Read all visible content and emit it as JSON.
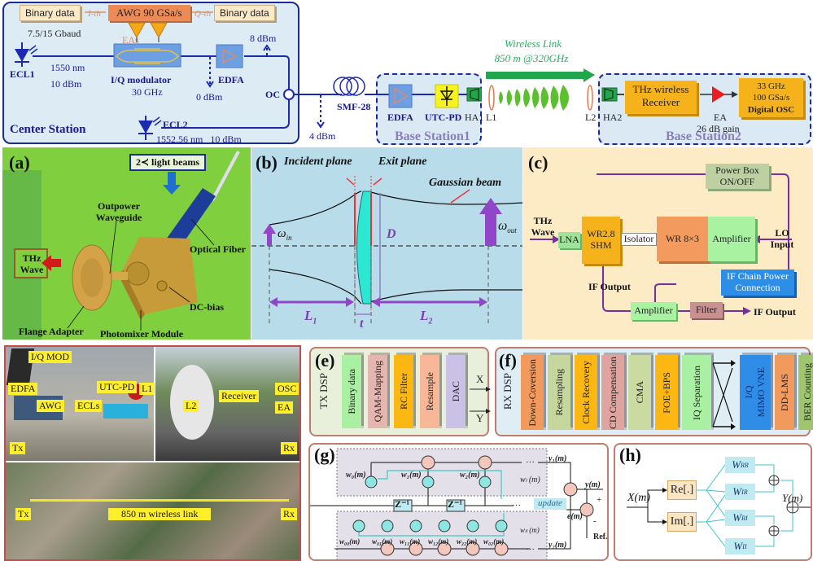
{
  "top_system": {
    "center_station": {
      "title": "Center Station",
      "binary_left": "Binary data",
      "binary_right": "Binary data",
      "awg": "AWG 90 GSa/s",
      "i_th": "I-th",
      "q_th": "Q-th",
      "baud": "7.5/15 Gbaud",
      "eas": "EAs",
      "ecl1": "ECL1",
      "ecl1_wavelength": "1550 nm",
      "ecl1_power": "10 dBm",
      "iq_mod": "I/Q  modulator",
      "iq_bw": "30 GHz",
      "edfa": "EDFA",
      "p_0": "0 dBm",
      "p_8": "8 dBm",
      "oc": "OC",
      "ecl2": "ECL2",
      "ecl2_spec": "1552.56 nm   10 dBm"
    },
    "fiber": {
      "label": "SMF-28",
      "tap_power": "4 dBm"
    },
    "base_station1": {
      "title": "Base Station1",
      "edfa": "EDFA",
      "utc_pd": "UTC-PD",
      "ha1": "HA1"
    },
    "wireless": {
      "title": "Wireless Link",
      "subtitle": "850 m @320GHz",
      "l1": "L1",
      "l2": "L2"
    },
    "base_station2": {
      "title": "Base Station2",
      "ha2": "HA2",
      "receiver": "THz wireless Receiver",
      "ea": "EA",
      "ea_gain": "26 dB gain",
      "osc_line1": "33 GHz",
      "osc_line2": "100 GSa/s",
      "osc_line3": "Digital OSC"
    }
  },
  "panel_a": {
    "letter": "(a)",
    "light_beams": "2≺  light beams",
    "thz_wave": "THz Wave",
    "outpower_waveguide": "Outpower Waveguide",
    "optical_fiber": "Optical Fiber",
    "dc_bias": "DC-bias",
    "flange_adapter": "Flange Adapter",
    "photomixer": "Photomixer Module"
  },
  "panel_b": {
    "letter": "(b)",
    "incident_plane": "Incident plane",
    "exit_plane": "Exit plane",
    "gaussian_beam": "Gaussian beam",
    "w_in": "ω",
    "w_in_sub": "in",
    "w_out": "ω",
    "w_out_sub": "out",
    "d": "D",
    "l1": "L",
    "l1_sub": "1",
    "l2": "L",
    "l2_sub": "2",
    "t": "t"
  },
  "panel_c": {
    "letter": "(c)",
    "power_box": "Power Box ON/OFF",
    "thz_wave": "THz Wave",
    "lna": "LNA",
    "shm": "WR2.8 SHM",
    "isolator": "Isolator",
    "wr": "WR 8×3",
    "amplifier": "Amplifier",
    "lo_input": "LO Input",
    "if_output_left": "IF Output",
    "if_chain": "IF Chain Power Connection",
    "amplifier2": "Amplifier",
    "filter": "Filter",
    "if_output_right": "IF Output"
  },
  "panel_d": {
    "labels": {
      "iq_mod": "I/Q MOD",
      "edfa": "EDFA",
      "utc_pd": "UTC-PD",
      "l1": "L1",
      "awg": "AWG",
      "ecls": "ECLs",
      "tx": "Tx",
      "l2": "L2",
      "receiver": "Receiver",
      "osc": "OSC",
      "ea": "EA",
      "rx": "Rx",
      "map_tx": "Tx",
      "map_rx": "Rx",
      "link": "850 m wireless link"
    }
  },
  "panel_e": {
    "letter": "(e)",
    "title": "TX DSP",
    "blocks": [
      "Binary data",
      "QAM-Mapping",
      "RC Filter",
      "Resample",
      "DAC"
    ],
    "colors": [
      "#a9f0a3",
      "#e5b6b0",
      "#fdb713",
      "#f8b796",
      "#c9c1e6"
    ],
    "out_x": "X",
    "out_y": "Y"
  },
  "panel_f": {
    "letter": "(f)",
    "title": "RX DSP",
    "blocks": [
      "Down-Coversion",
      "Resampling",
      "Clock Recovery",
      "CD Compensation",
      "CMA",
      "FOE+BPS",
      "IQ Separation",
      "I/Q\nMIMO VNE",
      "DD-LMS",
      "BER Counting"
    ],
    "colors": [
      "#f29a5e",
      "#c6d79d",
      "#fdb713",
      "#e0a4a0",
      "#c9dba1",
      "#fdb713",
      "#a9f0a3",
      "#2f8de8",
      "#f29a5e",
      "#9fc66f"
    ]
  },
  "panel_g": {
    "letter": "(g)",
    "w0": "w₀(m)",
    "w1": "w₁(m)",
    "w2": "w₂(m)",
    "wl": "wₗ (m)",
    "w00": "w₀₀(m)",
    "w01": "w₀₁(m)",
    "w11": "w₁₁(m)",
    "w12": "w₁₂(m)",
    "w22": "w₂₂(m)",
    "w02": "w₀₂(m)",
    "wll": "wₗₗ (m)",
    "z": "Z⁻¹",
    "update": "update",
    "y1": "y₁(m)",
    "y2": "y₂(m)",
    "y": "y(m)",
    "e": "e(m)",
    "ref": "Ref.",
    "dots": "…",
    "plus": "+",
    "minus": "-"
  },
  "panel_h": {
    "letter": "(h)",
    "x": "X(m)",
    "re": "Re[.]",
    "im": "Im[.]",
    "w_rr": "W",
    "w_rr_sub": "RR",
    "w_ir": "W",
    "w_ir_sub": "IR",
    "w_ri": "W",
    "w_ri_sub": "RI",
    "w_ii": "W",
    "w_ii_sub": "II",
    "y": "Y(m)"
  }
}
